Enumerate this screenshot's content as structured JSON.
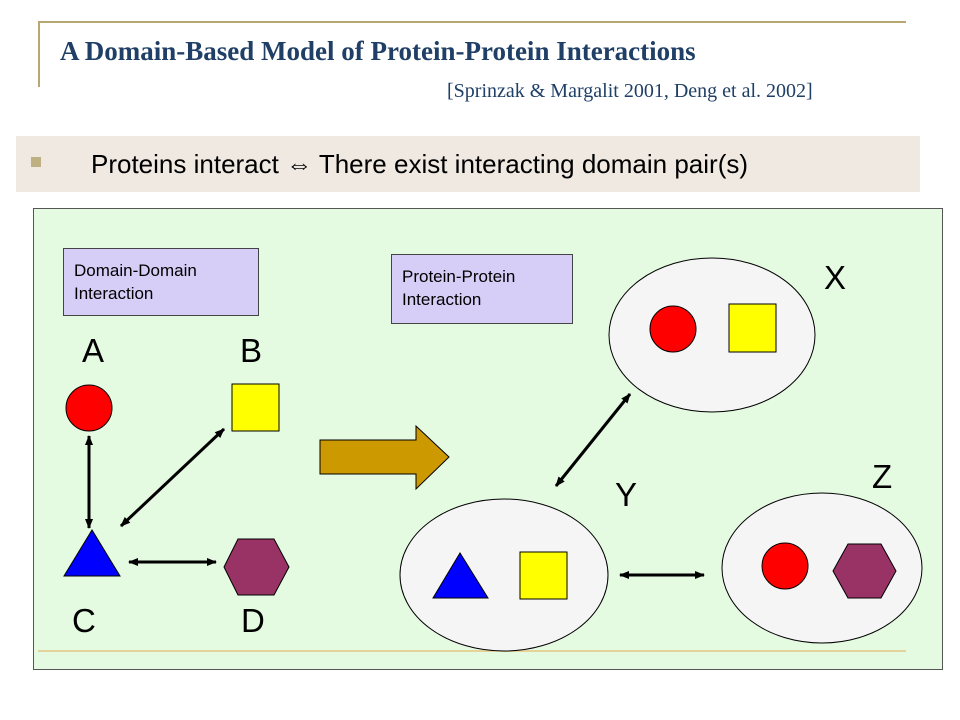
{
  "slide": {
    "title": "A Domain-Based Model of Protein-Protein Interactions",
    "citation": "[Sprinzak & Margalit 2001, Deng et al. 2002]",
    "bullet": "Proteins interact ⇔ There exist interacting domain pair(s)"
  },
  "diagram": {
    "domain_box": {
      "line1": "Domain-Domain",
      "line2": "Interaction"
    },
    "protein_box": {
      "line1": "Protein-Protein",
      "line2": "Interaction"
    },
    "domain_labels": {
      "a": "A",
      "b": "B",
      "c": "C",
      "d": "D"
    },
    "protein_labels": {
      "x": "X",
      "y": "Y",
      "z": "Z"
    },
    "colors": {
      "circle": "#ff0000",
      "square": "#ffff00",
      "triangle": "#0000ff",
      "hexagon": "#993366",
      "block_arrow": "#cc9900",
      "panel_bg": "#e4fae1",
      "label_box_bg": "#d6cef7",
      "title_text": "#1f3f66"
    },
    "icons": {
      "a": "circle-shape",
      "b": "square-shape",
      "c": "triangle-shape",
      "d": "hexagon-shape",
      "transition": "right-block-arrow"
    }
  }
}
